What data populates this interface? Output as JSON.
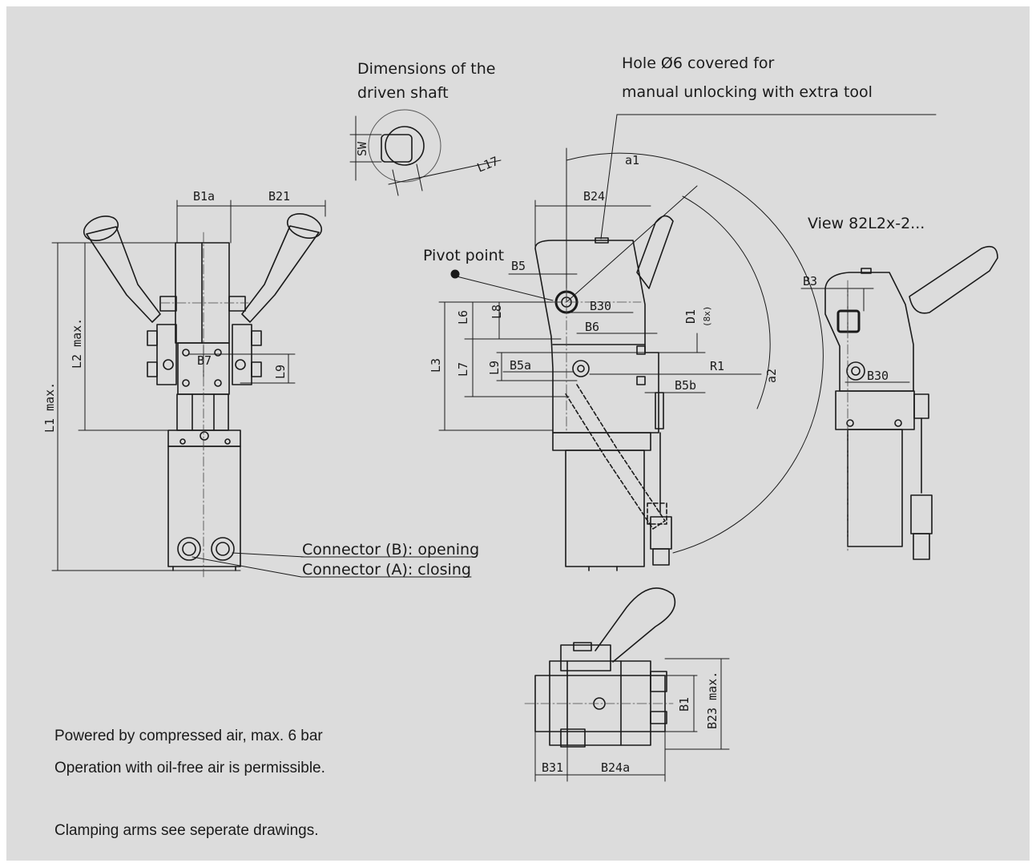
{
  "labels": {
    "driven_shaft_title_1": "Dimensions of the",
    "driven_shaft_title_2": "driven shaft",
    "hole_note_1": "Hole Ø6 covered for",
    "hole_note_2": "manual unlocking with extra tool",
    "pivot_point": "Pivot point",
    "view_title": "View 82L2x-2...",
    "connector_b": "Connector (B): opening",
    "connector_a": "Connector (A): closing"
  },
  "dimensions": {
    "sw": "SW",
    "l17": "L17",
    "b1a": "B1a",
    "b21": "B21",
    "b24": "B24",
    "a1": "a1",
    "l2max": "L2 max.",
    "l1max": "L1 max.",
    "b7": "B7",
    "l9_front": "L9",
    "b5": "B5",
    "b30": "B30",
    "b6": "B6",
    "l8": "L8",
    "l6": "L6",
    "l3": "L3",
    "l7": "L7",
    "l9_side": "L9",
    "b5a": "B5a",
    "d1": "D1",
    "d1_count": "(8x)",
    "r1": "R1",
    "b5b": "B5b",
    "a2": "a2",
    "b3": "B3",
    "b30_view": "B30",
    "b1": "B1",
    "b23max": "B23 max.",
    "b31": "B31",
    "b24a": "B24a"
  },
  "notes": {
    "line1": "Powered by compressed air, max. 6 bar",
    "line2": "Operation with oil-free air is permissible.",
    "line3": "Clamping arms see seperate drawings."
  }
}
